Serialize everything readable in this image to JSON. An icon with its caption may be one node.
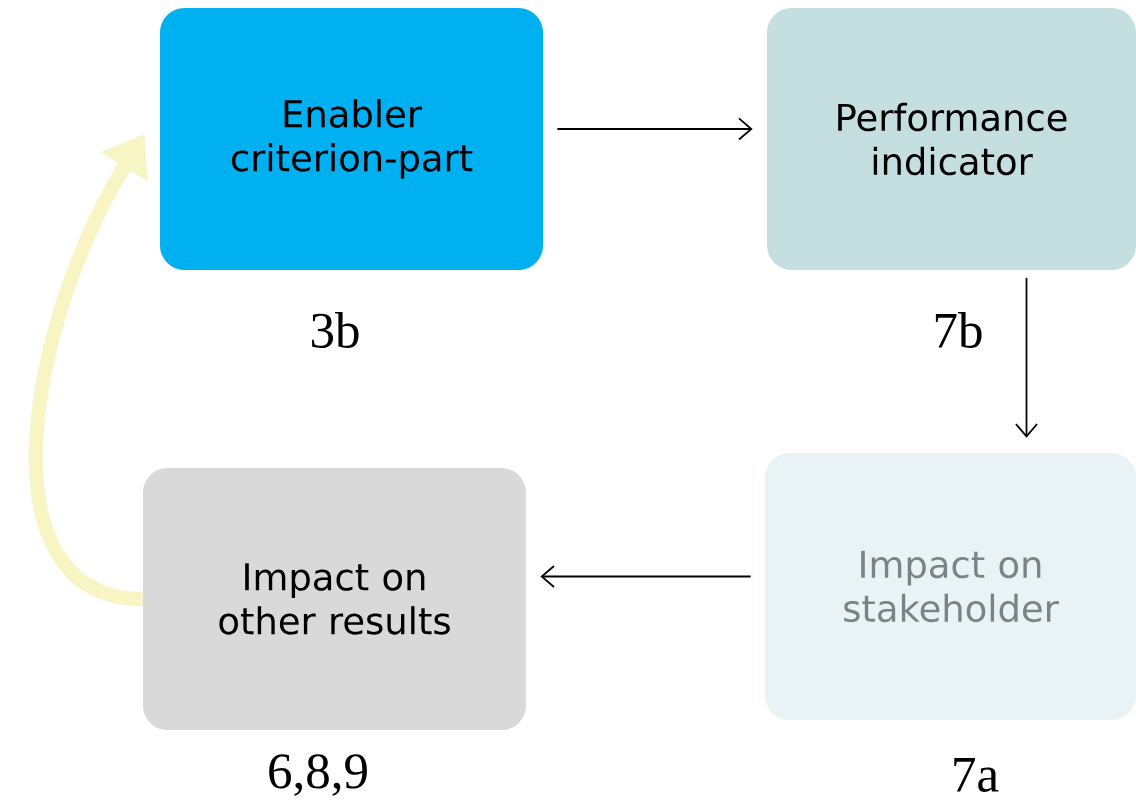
{
  "diagram": {
    "nodes": [
      {
        "text": [
          "Enabler criterion-part"
        ],
        "beside": [
          "3b"
        ]
      },
      {
        "text": [
          "Performance indicator"
        ],
        "beside": [
          "7b"
        ]
      },
      {
        "text": [
          "Impact on stakeholder"
        ],
        "beside": [
          "7a"
        ]
      },
      {
        "text": [
          "Impact on other results"
        ],
        "beside": [
          "6,8,9"
        ]
      }
    ],
    "edges": [
      {
        "from": 0,
        "to": 1,
        "arrow": "to"
      },
      {
        "from": 1,
        "to": 2,
        "arrow": "to"
      },
      {
        "from": 2,
        "to": 3,
        "arrow": "to"
      },
      {
        "from": 3,
        "to": 0,
        "arrow": "to",
        "style": "thick",
        "color": "#f7f5c4"
      }
    ]
  }
}
